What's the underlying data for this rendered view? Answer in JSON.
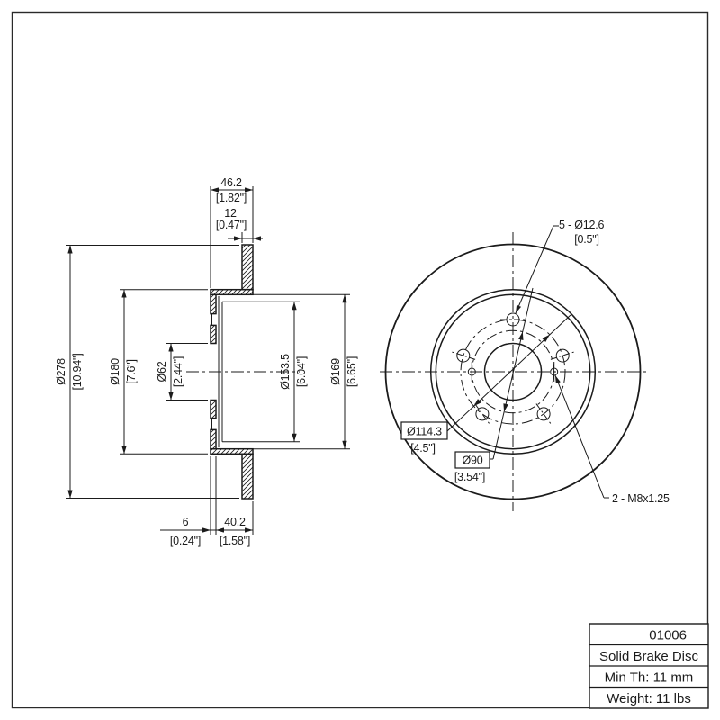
{
  "dimensions": {
    "overall_width": {
      "mm": "46.2",
      "in": "[1.82\"]"
    },
    "disc_thickness": {
      "mm": "12",
      "in": "[0.47\"]"
    },
    "outer_diameter": {
      "mm": "Ø278",
      "in": "[10.94\"]"
    },
    "friction_inner_diameter": {
      "mm": "Ø180",
      "in": "[7.6\"]"
    },
    "center_bore": {
      "mm": "Ø62",
      "in": "[2.44\"]"
    },
    "hat_inner_diameter": {
      "mm": "Ø153.5",
      "in": "[6.04\"]"
    },
    "hat_outer_diameter": {
      "mm": "Ø169",
      "in": "[6.65\"]"
    },
    "hat_wall_thickness": {
      "mm": "6",
      "in": "[0.24\"]"
    },
    "hat_depth": {
      "mm": "40.2",
      "in": "[1.58\"]"
    },
    "bolt_holes": {
      "mm": "5 - Ø12.6",
      "in": "[0.5\"]"
    },
    "bolt_circle": {
      "mm": "Ø114.3",
      "in": "[4.5\"]"
    },
    "access_circle": {
      "mm": "Ø90",
      "in": "[3.54\"]"
    },
    "thread_holes": {
      "mm": "2 - M8x1.25"
    }
  },
  "title_block": {
    "part_number": "01006",
    "description": "Solid Brake Disc",
    "min_thickness": "Min Th: 11 mm",
    "weight": "Weight: 11 lbs"
  },
  "colors": {
    "line": "#1b1b1b",
    "paper": "#ffffff"
  }
}
